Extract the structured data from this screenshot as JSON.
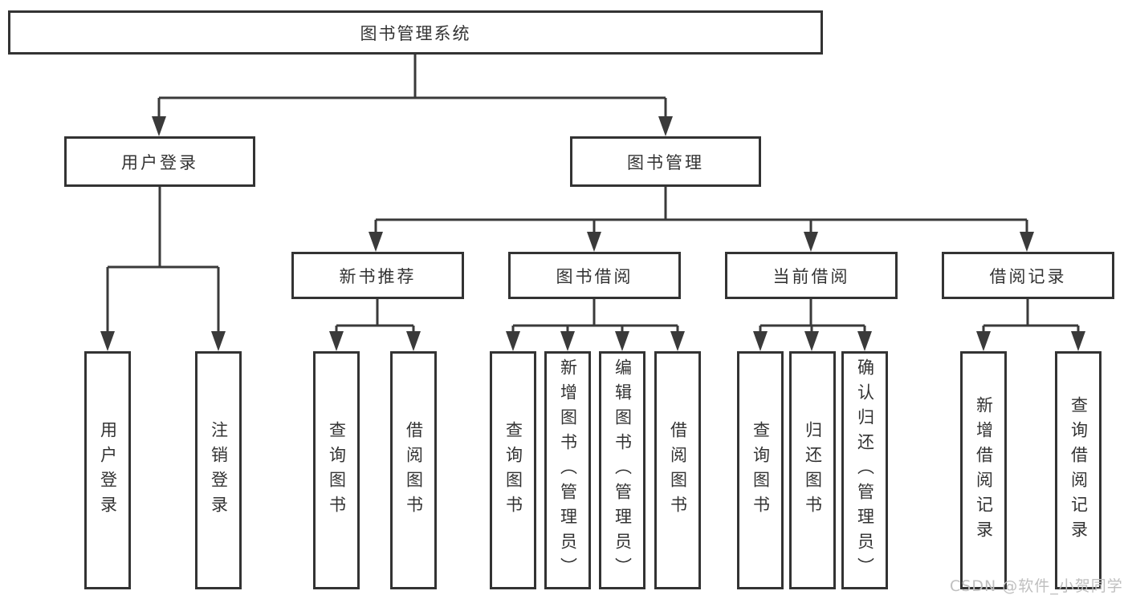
{
  "diagram": {
    "root": {
      "label": "图书管理系统"
    },
    "level2": [
      {
        "label": "用户登录",
        "leaves": [
          "用户登录",
          "注销登录"
        ]
      },
      {
        "label": "图书管理"
      }
    ],
    "level3": [
      {
        "label": "新书推荐",
        "leaves": [
          "查询图书",
          "借阅图书"
        ]
      },
      {
        "label": "图书借阅",
        "leaves": [
          "查询图书",
          "新增图书（管理员）",
          "编辑图书（管理员）",
          "借阅图书"
        ]
      },
      {
        "label": "当前借阅",
        "leaves": [
          "查询图书",
          "归还图书",
          "确认归还（管理员）"
        ]
      },
      {
        "label": "借阅记录",
        "leaves": [
          "新增借阅记录",
          "查询借阅记录"
        ]
      }
    ],
    "watermark": "CSDN @软件_小贺同学",
    "colors": {
      "line": "#3a3a3a",
      "box_border": "#333333",
      "text": "#333333",
      "background": "#ffffff",
      "watermark": "#bfbfbf"
    }
  }
}
